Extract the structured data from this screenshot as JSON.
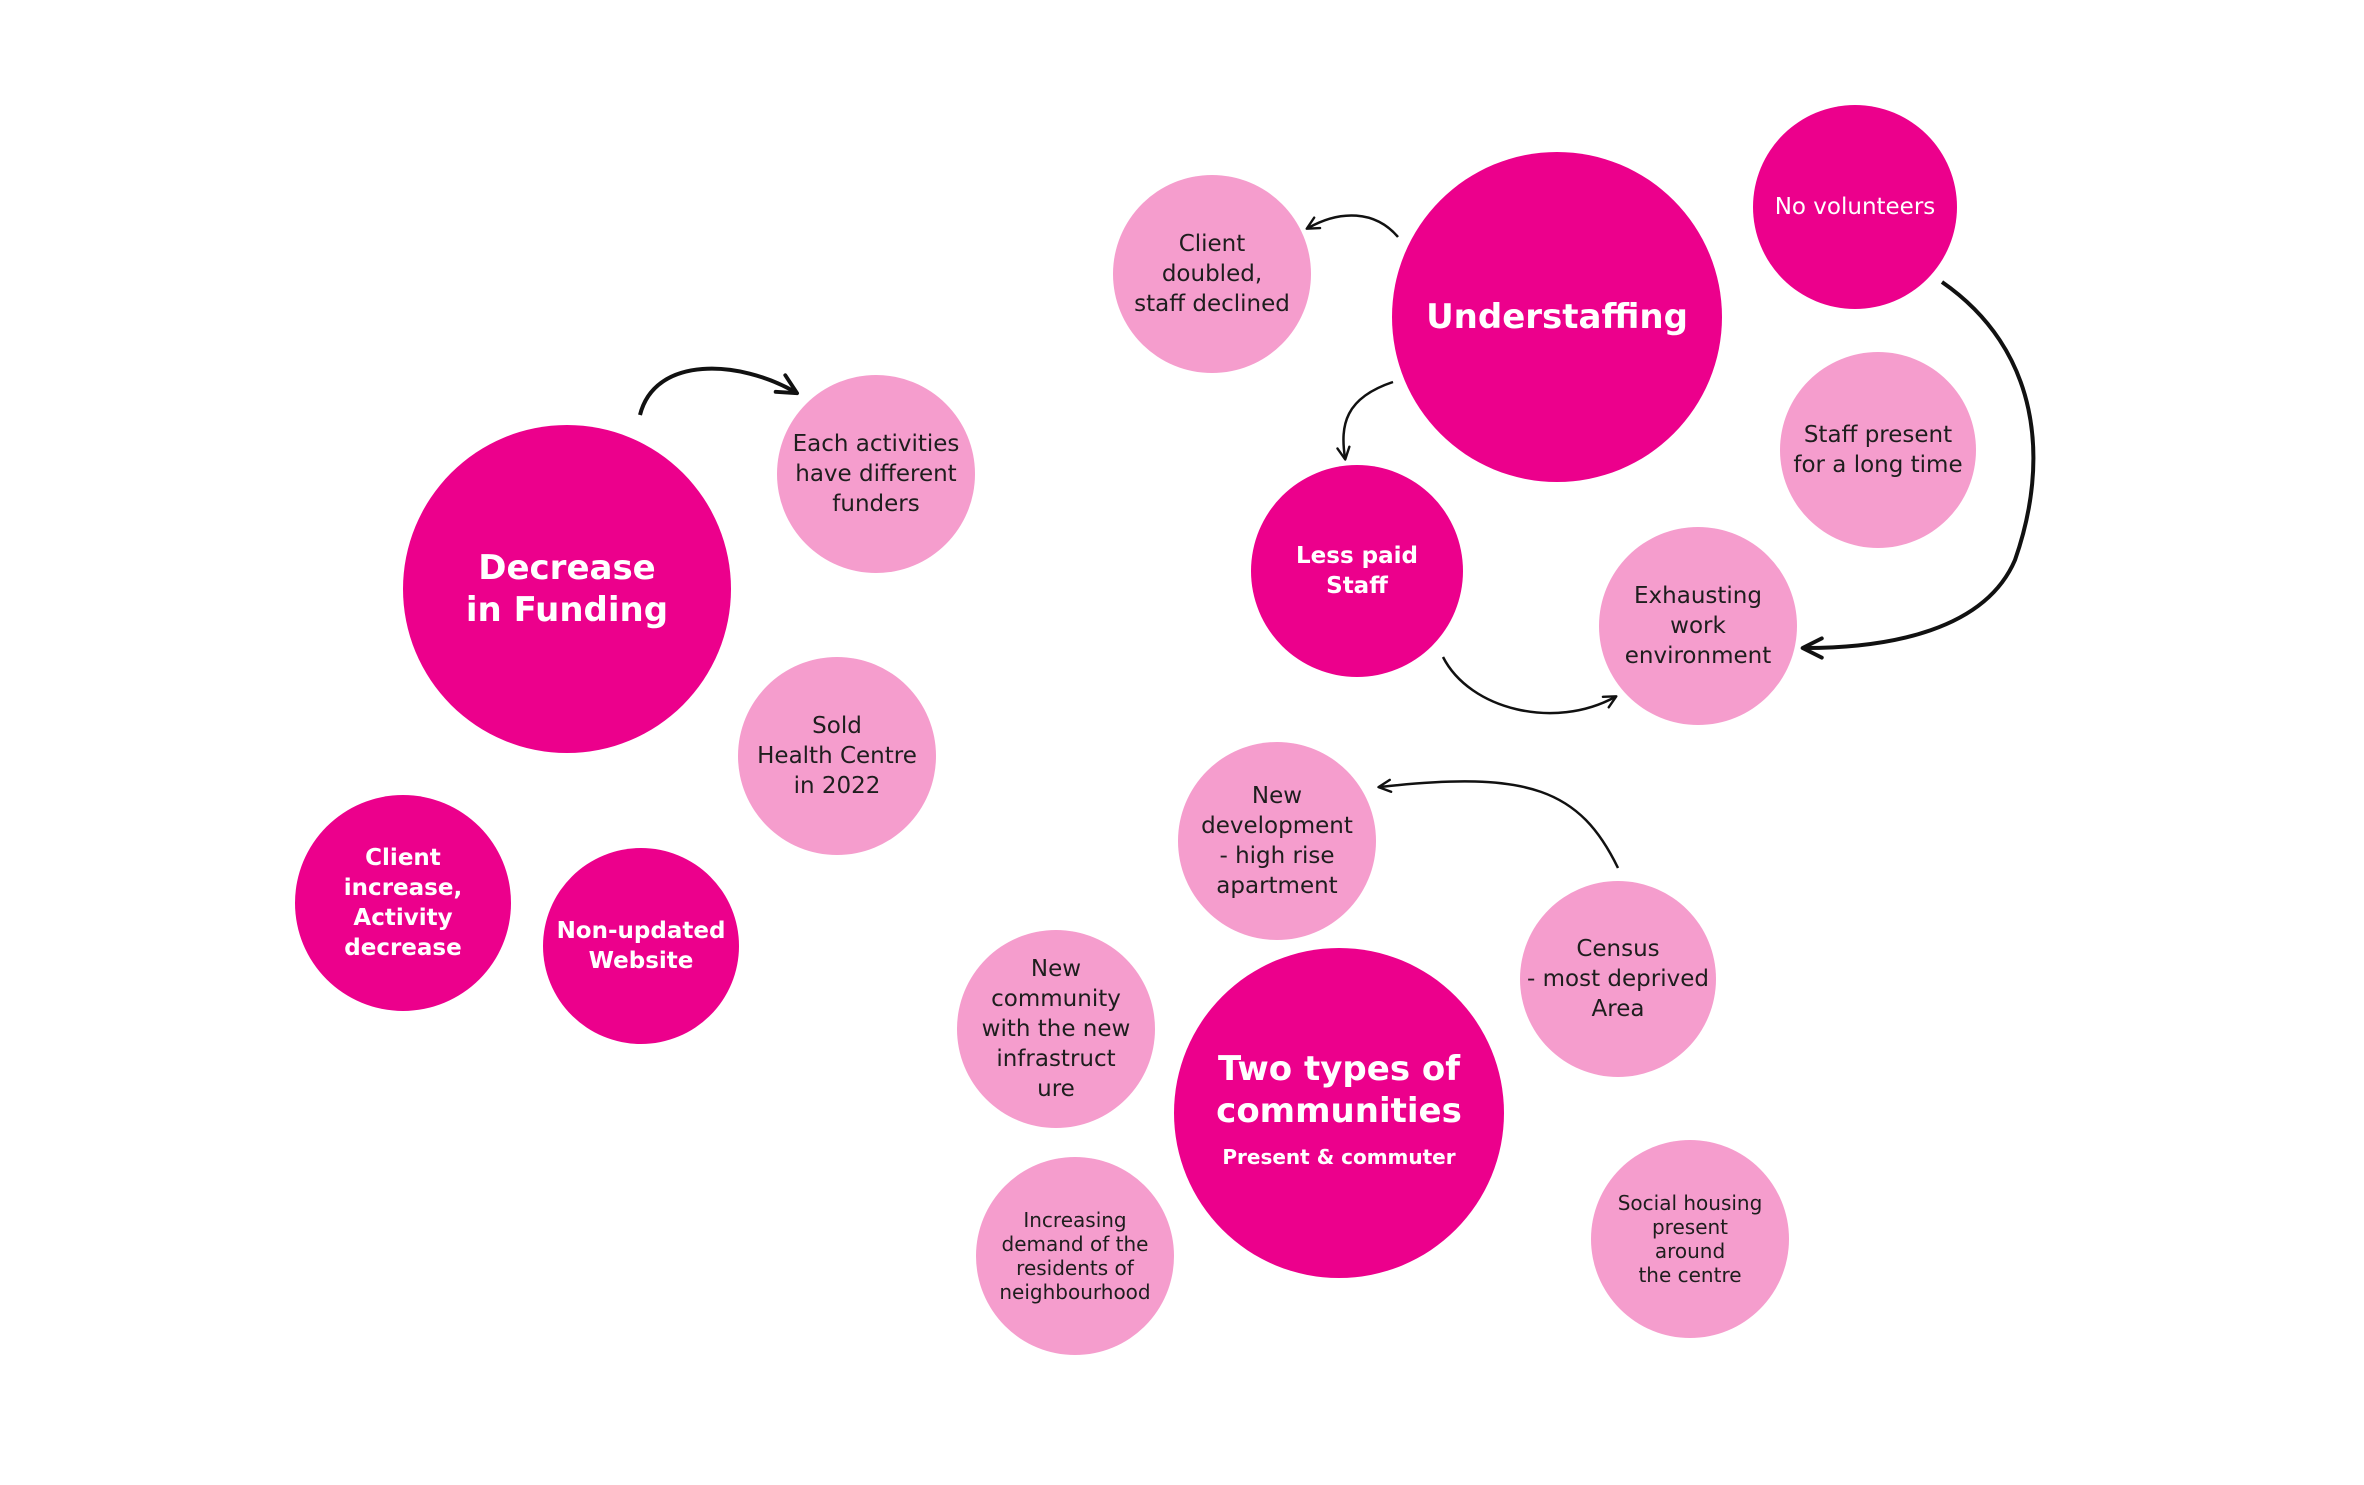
{
  "colors": {
    "primary_bubble": "#ec008c",
    "secondary_bubble": "#f59dcd",
    "background": "#ffffff",
    "arrow": "#111111"
  },
  "bubbles": {
    "decrease_funding": {
      "label": "Decrease\nin Funding"
    },
    "each_activities": {
      "label": "Each activities\nhave different\nfunders"
    },
    "sold_health_centre": {
      "label": "Sold\nHealth Centre\nin 2022"
    },
    "client_increase": {
      "label": "Client\nincrease,\nActivity\ndecrease"
    },
    "non_updated_website": {
      "label": "Non-updated\nWebsite"
    },
    "client_doubled": {
      "label": "Client\ndoubled,\nstaff declined"
    },
    "understaffing": {
      "label": "Understaffing"
    },
    "no_volunteers": {
      "label": "No volunteers"
    },
    "staff_present": {
      "label": "Staff present\nfor a long time"
    },
    "less_paid_staff": {
      "label": "Less paid\nStaff"
    },
    "exhausting_work": {
      "label": "Exhausting\nwork\nenvironment"
    },
    "new_development": {
      "label": "New\ndevelopment\n- high rise\napartment"
    },
    "census": {
      "label": "Census\n- most deprived\nArea"
    },
    "new_community": {
      "label": "New\ncommunity\nwith the new\ninfrastruct\nure"
    },
    "two_types": {
      "label": "Two types of\ncommunities",
      "sublabel": "Present & commuter"
    },
    "increasing_demand": {
      "label": "Increasing\ndemand of the\nresidents of\nneighbourhood"
    },
    "social_housing": {
      "label": "Social housing\npresent\naround\nthe centre"
    }
  }
}
